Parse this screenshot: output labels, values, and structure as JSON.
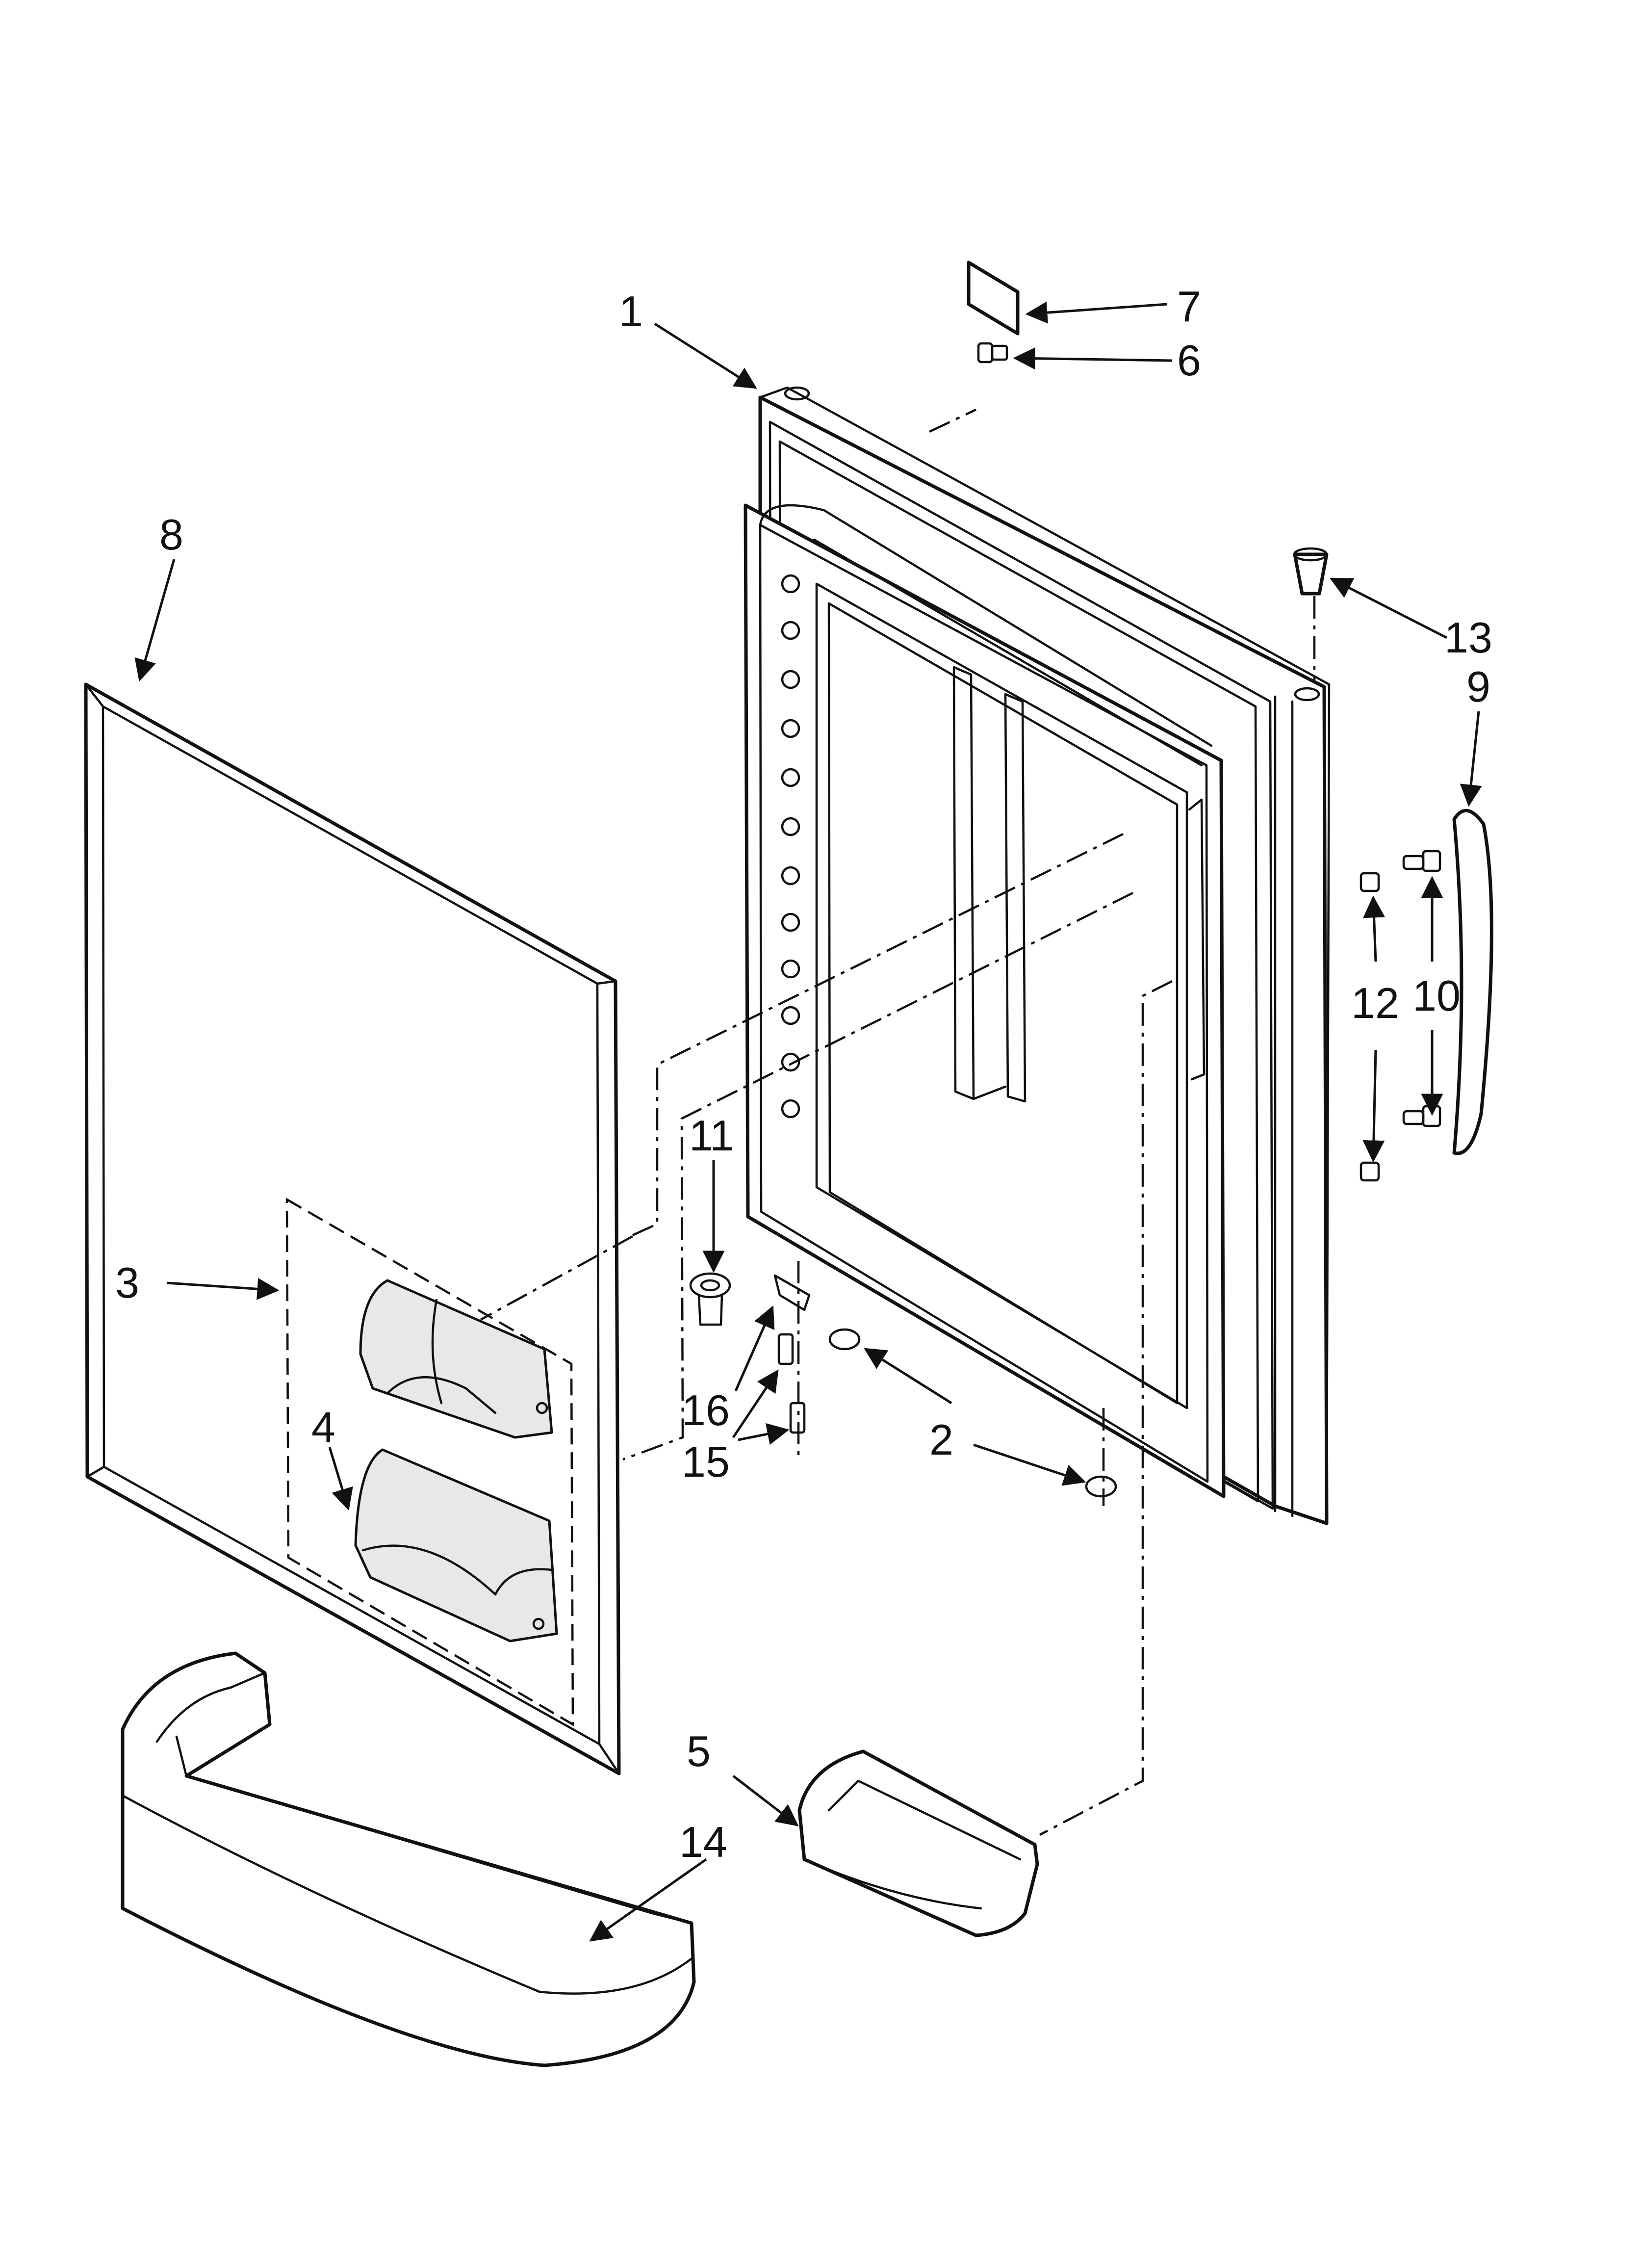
{
  "callouts": [
    {
      "id": "c1",
      "text": "1"
    },
    {
      "id": "c2",
      "text": "2"
    },
    {
      "id": "c3",
      "text": "3"
    },
    {
      "id": "c4",
      "text": "4"
    },
    {
      "id": "c5",
      "text": "5"
    },
    {
      "id": "c6",
      "text": "6"
    },
    {
      "id": "c7",
      "text": "7"
    },
    {
      "id": "c8",
      "text": "8"
    },
    {
      "id": "c9",
      "text": "9"
    },
    {
      "id": "c10",
      "text": "10"
    },
    {
      "id": "c11",
      "text": "11"
    },
    {
      "id": "c12",
      "text": "12"
    },
    {
      "id": "c13",
      "text": "13"
    },
    {
      "id": "c14",
      "text": "14"
    },
    {
      "id": "c15",
      "text": "15"
    },
    {
      "id": "c16",
      "text": "16"
    }
  ],
  "colors": {
    "ink": "#111111",
    "paper": "#ffffff"
  }
}
